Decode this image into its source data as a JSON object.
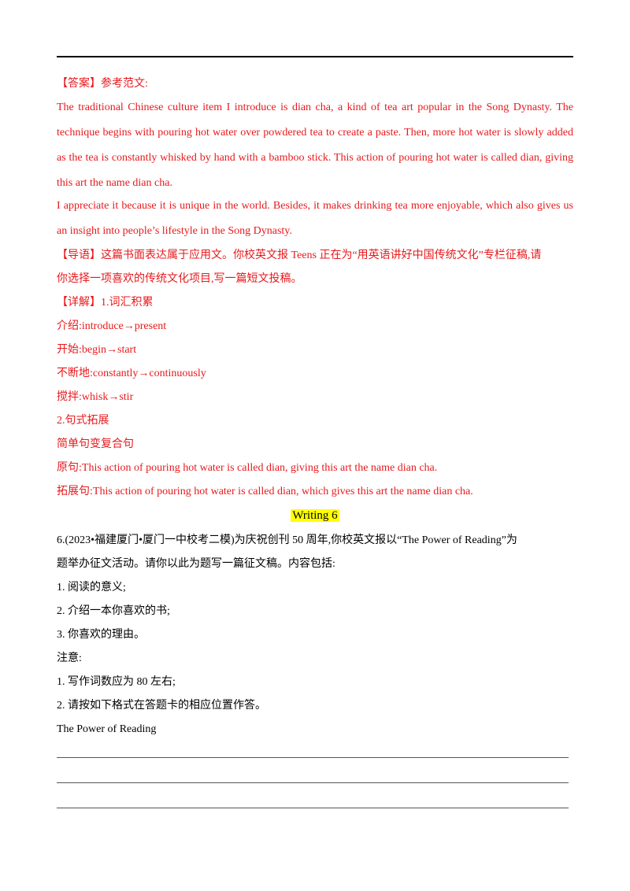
{
  "answer": {
    "label": "【答案】参考范文:",
    "para1": "The traditional Chinese culture item I introduce is dian cha, a kind of tea art popular in the Song Dynasty. The technique begins with pouring hot water over powdered tea to create a paste. Then, more hot water is slowly added as the tea is constantly whisked by hand with a bamboo stick. This action of pouring hot water is called dian, giving this art the name dian cha.",
    "para2": "I appreciate it because it is unique in the world. Besides, it makes drinking tea more enjoyable, which also gives us an insight into people’s lifestyle in the Song Dynasty."
  },
  "guide": {
    "line1": "【导语】这篇书面表达属于应用文。你校英文报 Teens 正在为“用英语讲好中国传统文化”专栏征稿,请",
    "line2": "你选择一项喜欢的传统文化项目,写一篇短文投稿。"
  },
  "detail": {
    "label": "【详解】1.词汇积累",
    "vocab": [
      "介绍:introduce→present",
      "开始:begin→start",
      "不断地:constantly→continuously",
      "搅拌:whisk→stir"
    ],
    "section2": "2.句式拓展",
    "section2_sub": "简单句变复合句",
    "original": "原句:This action of pouring hot water is called dian, giving this art the name dian cha.",
    "expanded": "拓展句:This action of pouring hot water is called dian, which gives this art the name dian cha."
  },
  "writing_heading": "Writing  6",
  "question": {
    "line1": "6.(2023•福建厦门•厦门一中校考二模)为庆祝创刊  50 周年,你校英文报以“The Power of Reading”为",
    "line2": "题举办征文活动。请你以此为题写一篇征文稿。内容包括:",
    "items": [
      "1.  阅读的意义;",
      "2.  介绍一本你喜欢的书;",
      "3.  你喜欢的理由。"
    ],
    "notes_label": "注意:",
    "notes": [
      "1.  写作词数应为 80 左右;",
      "2.  请按如下格式在答题卡的相应位置作答。"
    ],
    "essay_title": "The Power of Reading"
  },
  "colors": {
    "answer_red": "#e8191c",
    "highlight": "#ffff00"
  }
}
